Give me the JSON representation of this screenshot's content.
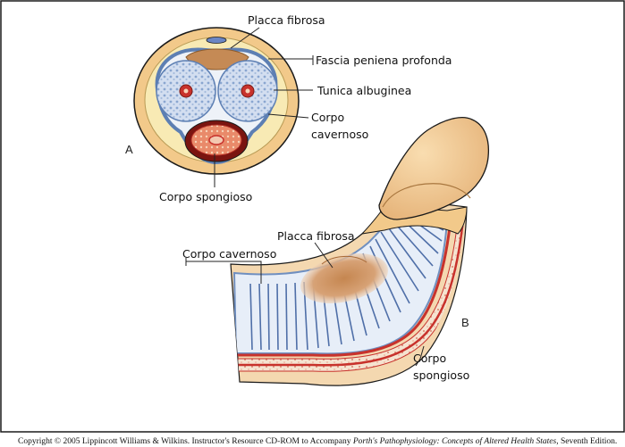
{
  "labels": {
    "placca_fibrosa_a": "Placca fibrosa",
    "fascia_peniena_profonda": "Fascia peniena profonda",
    "tunica_albuginea": "Tunica albuginea",
    "corpo_cavernoso_a_line1": "Corpo",
    "corpo_cavernoso_a_line2": "cavernoso",
    "corpo_spongioso_a": "Corpo spongioso",
    "panel_a": "A",
    "placca_fibrosa_b": "Placca fibrosa",
    "corpo_cavernoso_b": "Corpo cavernoso",
    "panel_b": "B",
    "corpo_spongioso_b_line1": "Corpo",
    "corpo_spongioso_b_line2": "spongioso"
  },
  "footer": {
    "copyright_prefix": "Copyright © 2005 Lippincott Williams & Wilkins.  Instructor's Resource CD-ROM to Accompany ",
    "book_title": "Porth's Pathophysiology: Concepts of Altered Health States",
    "edition": ", Seventh Edition."
  },
  "colors": {
    "skin": "#f2c98a",
    "skin_dark": "#d9a55e",
    "fascia": "#f7e6a6",
    "tunica": "#6f8fc0",
    "cavernous_tissue": "#c4d4ea",
    "spongy": "#c8322c",
    "plaque": "#c8864a",
    "border": "#1a1a1a"
  }
}
